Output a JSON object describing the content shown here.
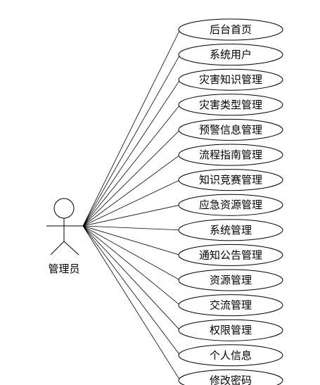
{
  "actor": {
    "name": "管理员"
  },
  "use_cases": [
    "后台首页",
    "系统用户",
    "灾害知识管理",
    "灾害类型管理",
    "预警信息管理",
    "流程指南管理",
    "知识竞赛管理",
    "应急资源管理",
    "系统管理",
    "通知公告管理",
    "资源管理",
    "交流管理",
    "权限管理",
    "个人信息",
    "修改密码"
  ]
}
